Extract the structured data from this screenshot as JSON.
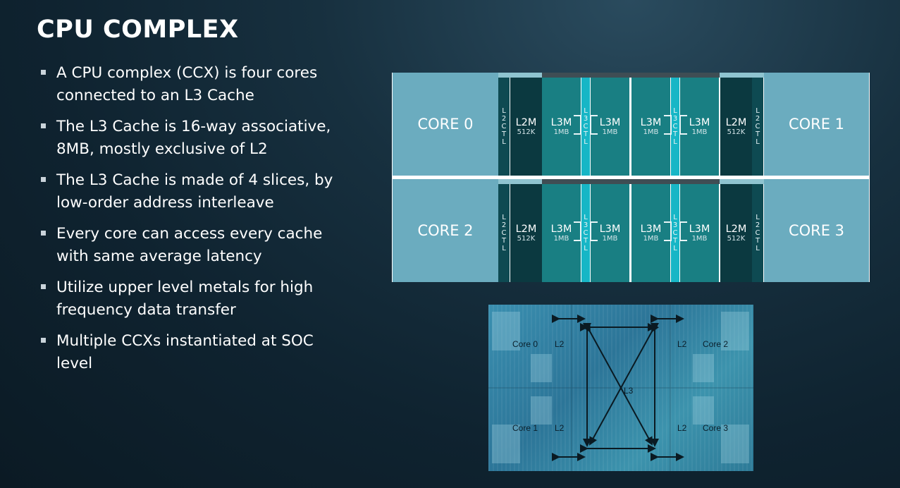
{
  "slide": {
    "title": "CPU COMPLEX",
    "bullets": [
      "A CPU complex (CCX) is four  cores connected to an L3 Cache",
      "The L3 Cache is 16-way associative, 8MB, mostly exclusive of L2",
      "The L3 Cache is made of 4 slices, by low-order address interleave",
      "Every core can access every cache with same average latency",
      "Utilize upper level metals for high frequency data transfer",
      "Multiple CCXs instantiated at SOC level"
    ]
  },
  "diagram": {
    "cores": [
      "CORE 0",
      "CORE 1",
      "CORE 2",
      "CORE 3"
    ],
    "l2ctl": "L 2 C T L",
    "l3ctl": "L 3 C T L",
    "l2m": {
      "name": "L2M",
      "size": "512K"
    },
    "l3m": {
      "name": "L3M",
      "size": "1MB"
    }
  },
  "die_photo": {
    "labels": {
      "core0": "Core 0",
      "core1": "Core 1",
      "core2": "Core 2",
      "core3": "Core 3",
      "l2_tl": "L2",
      "l2_tr": "L2",
      "l2_bl": "L2",
      "l2_br": "L2",
      "l3": "L3"
    }
  },
  "colors": {
    "core": "#6bacbf",
    "l2m": "#0b3940",
    "l3m": "#197f83",
    "l3ctl": "#17b6c6",
    "l2ctl": "#0e4a52"
  }
}
